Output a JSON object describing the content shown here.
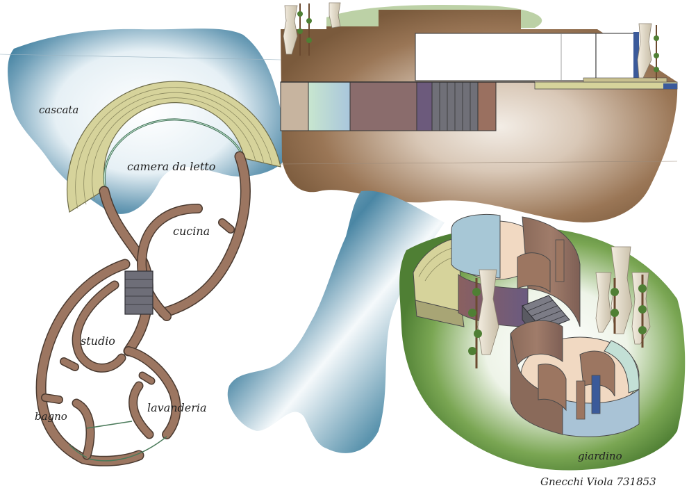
{
  "labels": {
    "waterfall": "cascata",
    "bedroom": "camera da letto",
    "kitchen": "cucina",
    "study": "studio",
    "bathroom": "bagno",
    "laundry": "lavanderia",
    "garden": "giardino",
    "author": "Gnecchi Viola 731853"
  },
  "colors": {
    "water_dark": "#3f7f9f",
    "water_light": "#dbe9f0",
    "wall": "#9c7661",
    "wall_stroke": "#4a3a30",
    "terrace": "#d6d39b",
    "earth": "#8b6848",
    "grass": "#6a9a45",
    "stair": "#6e6e78",
    "glass": "#b7dbc8",
    "purple_wall": "#7d6177"
  }
}
